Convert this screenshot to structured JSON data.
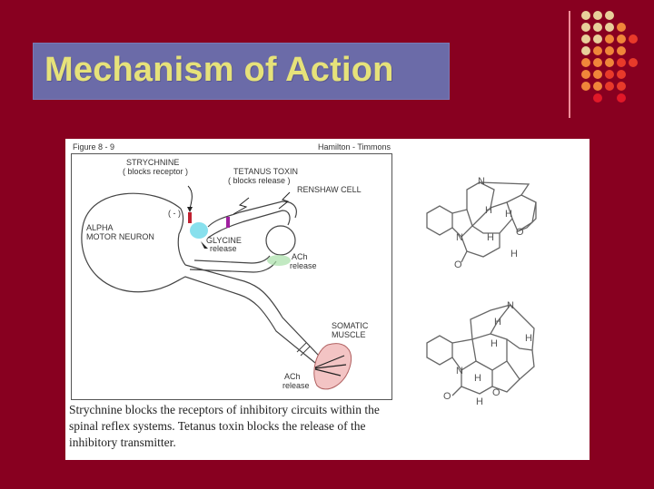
{
  "slide": {
    "title": "Mechanism of Action",
    "background_color": "#880020",
    "title_box_color": "#6b6ba8",
    "title_text_color": "#e6e27a"
  },
  "decoration": {
    "dot_grid_colors": [
      "#e8cf9a",
      "#f0863a",
      "#e83a2a",
      "#e01828"
    ]
  },
  "figure": {
    "label": "Figure 8 - 9",
    "credit": "Hamilton - Timmons",
    "labels": {
      "strychnine": "STRYCHNINE",
      "strychnine_note": "( blocks receptor )",
      "tetanus": "TETANUS TOXIN",
      "tetanus_note": "( blocks release )",
      "renshaw": "RENSHAW CELL",
      "inhibit": "( - )",
      "alpha": "ALPHA",
      "motor_neuron": "MOTOR NEURON",
      "glycine": "GLYCINE",
      "glycine_release": "release",
      "ach1": "ACh",
      "ach1_release": "release",
      "somatic": "SOMATIC",
      "muscle": "MUSCLE",
      "ach2": "ACh",
      "ach2_release": "release"
    },
    "caption": "Strychnine blocks the receptors of inhibitory circuits within the spinal reflex systems. Tetanus toxin blocks the release of the inhibitory transmitter."
  },
  "structures": {
    "top": {
      "atoms": {
        "n_top": "N",
        "n_bottom": "N",
        "o_ring": "O",
        "o_carbonyl": "O",
        "h1": "H",
        "h2": "H",
        "h3": "H",
        "h4": "H"
      }
    },
    "bottom": {
      "atoms": {
        "n_top": "N",
        "n_bottom": "N",
        "o_ring": "O",
        "o_carbonyl": "O",
        "h1": "H",
        "h2": "H",
        "h3": "H",
        "h4": "H",
        "h5": "H"
      }
    }
  }
}
